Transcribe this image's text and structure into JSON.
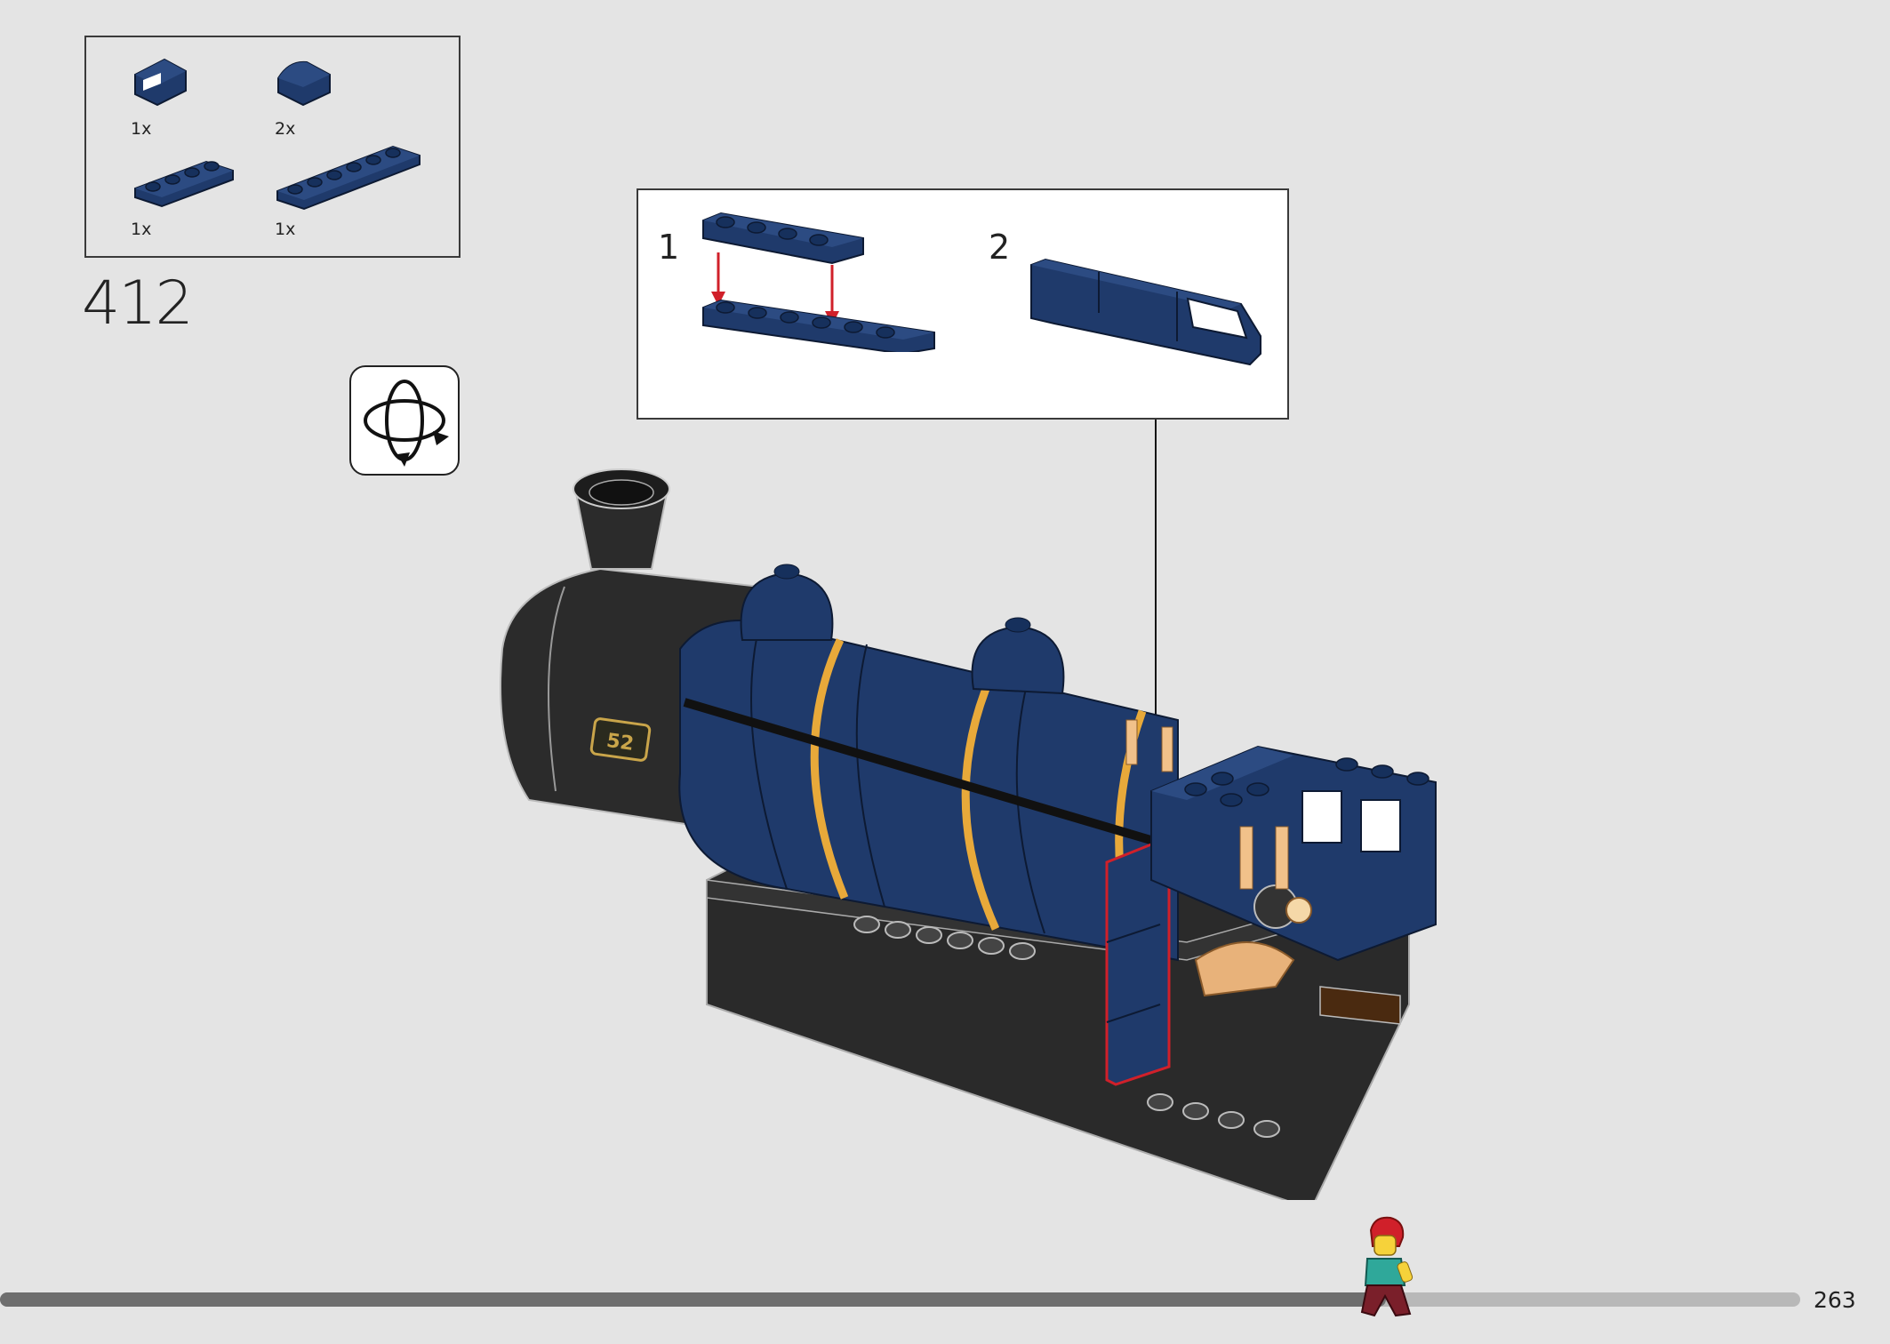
{
  "parts_list": {
    "items": [
      {
        "name": "slope-window-piece",
        "quantity": "1x",
        "color": "#1f3a6b"
      },
      {
        "name": "curved-slope-piece",
        "quantity": "2x",
        "color": "#1f3a6b"
      },
      {
        "name": "plate-1x4",
        "quantity": "1x",
        "color": "#1f3a6b"
      },
      {
        "name": "plate-1x6",
        "quantity": "1x",
        "color": "#1f3a6b"
      }
    ]
  },
  "step": {
    "number": "412"
  },
  "callout": {
    "substeps": [
      {
        "label": "1"
      },
      {
        "label": "2"
      }
    ]
  },
  "model": {
    "number_plate": "52"
  },
  "page": {
    "number": "263",
    "progress": 0.77
  },
  "colors": {
    "brick_blue": "#1f3a6b",
    "boiler_black": "#2b2b2b",
    "stripe_gold": "#e8a93a",
    "highlight_red": "#d0202a",
    "progress_dark": "#6e6e6e",
    "progress_light": "#b8b8b8"
  }
}
